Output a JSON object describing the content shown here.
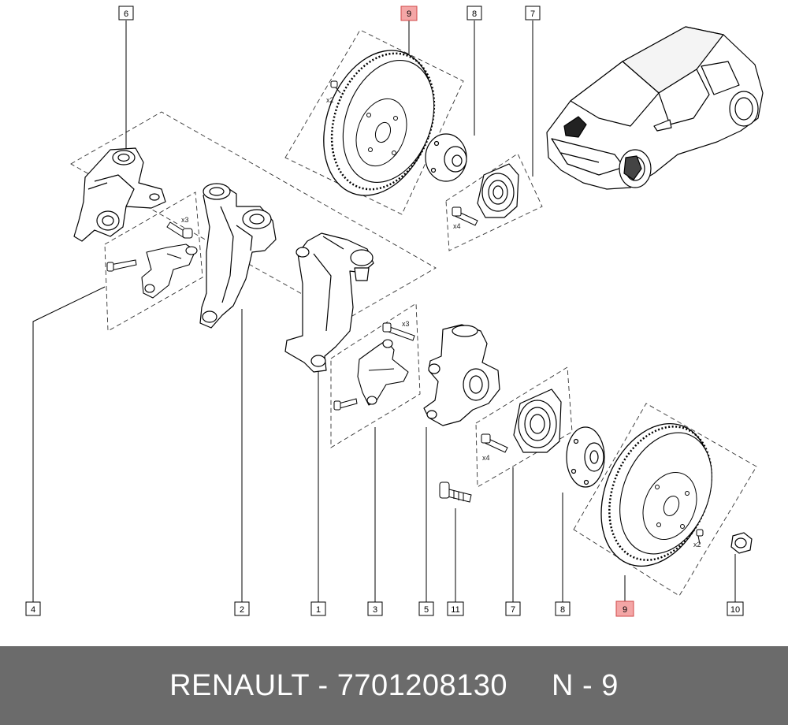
{
  "callouts": {
    "top_6": "6",
    "top_9": "9",
    "top_8": "8",
    "top_7": "7",
    "bottom_4": "4",
    "bottom_2": "2",
    "bottom_1": "1",
    "bottom_3": "3",
    "bottom_5": "5",
    "bottom_11": "11",
    "bottom_7": "7",
    "bottom_8": "8",
    "bottom_9": "9",
    "bottom_10": "10"
  },
  "quantities": {
    "disc_screw_top": "x2",
    "bracket_bolt": "x3",
    "hub_bolt_top": "x4",
    "caliper_bolt": "x3",
    "hub_bolt_bottom": "x4",
    "disc_screw_bottom": "x2"
  },
  "footer": {
    "brand_part": "RENAULT - 7701208130",
    "ref": "N - 9"
  },
  "colors": {
    "highlight_fill": "#f4a6a6",
    "highlight_stroke": "#d04848",
    "footer_bg": "#6b6b6b"
  }
}
